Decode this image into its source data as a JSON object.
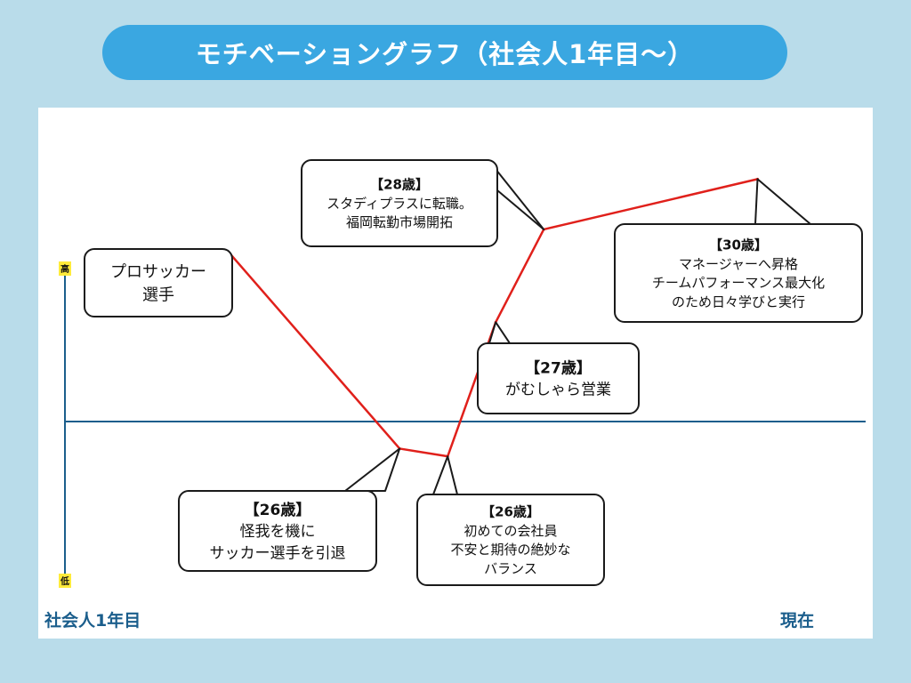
{
  "title": "モチベーショングラフ（社会人1年目〜）",
  "chart_data": {
    "type": "line",
    "title": "モチベーショングラフ（社会人1年目〜）",
    "y_high_label": "高",
    "y_low_label": "低",
    "x_start_label": "社会人1年目",
    "x_end_label": "現在",
    "series": [
      {
        "points": [
          {
            "t": 0.205,
            "m": 0.655
          },
          {
            "t": 0.418,
            "m": -0.105
          },
          {
            "t": 0.478,
            "m": -0.135
          },
          {
            "t": 0.538,
            "m": 0.385
          },
          {
            "t": 0.598,
            "m": 0.745
          },
          {
            "t": 0.865,
            "m": 0.94
          }
        ]
      }
    ],
    "annotations": [
      {
        "point": 0,
        "lines": [
          "プロサッカー",
          "選手"
        ]
      },
      {
        "point": 1,
        "lines": [
          "【26歳】",
          "怪我を機に",
          "サッカー選手を引退"
        ]
      },
      {
        "point": 2,
        "lines": [
          "【26歳】",
          "初めての会社員",
          "不安と期待の絶妙な",
          "バランス"
        ]
      },
      {
        "point": 3,
        "lines": [
          "【27歳】",
          "がむしゃら営業"
        ]
      },
      {
        "point": 4,
        "lines": [
          "【28歳】",
          "スタディプラスに転職。",
          "福岡転勤市場開拓"
        ]
      },
      {
        "point": 5,
        "lines": [
          "【30歳】",
          "マネージャーへ昇格",
          "チームパフォーマンス最大化",
          "のため日々学びと実行"
        ]
      }
    ],
    "colors": {
      "line": "#e0201b",
      "axis": "#1b5e8c",
      "tag_bg": "#ffeb3b"
    }
  }
}
